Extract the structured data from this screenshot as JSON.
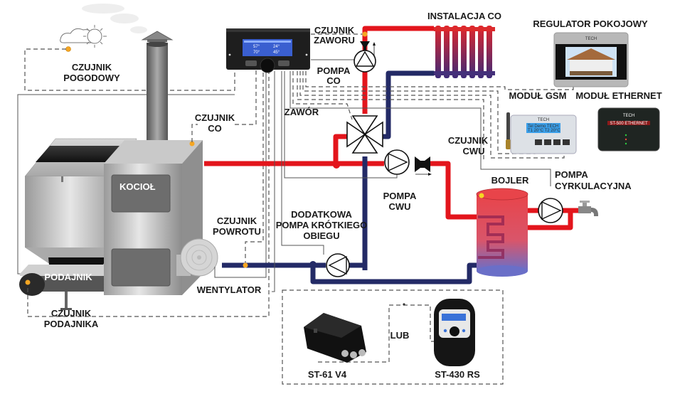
{
  "diagram": {
    "labels": {
      "weather_sensor": [
        "CZUJNIK",
        "POGODOWY"
      ],
      "co_sensor": [
        "CZUJNIK",
        "CO"
      ],
      "valve_sensor": [
        "CZUJNIK",
        "ZAWORU"
      ],
      "co_pump": [
        "POMPA",
        "CO"
      ],
      "valve": "ZAWÓR",
      "co_installation": "INSTALACJA CO",
      "room_regulator": "REGULATOR POKOJOWY",
      "gsm_module": "MODUŁ GSM",
      "ethernet_module": "MODUŁ ETHERNET",
      "dhw_sensor": [
        "CZUJNIK",
        "CWU"
      ],
      "dhw_pump": [
        "POMPA",
        "CWU"
      ],
      "boiler_tank": "BOJLER",
      "circulation_pump": [
        "POMPA",
        "CYRKULACYJNA"
      ],
      "extra_pump": [
        "DODATKOWA",
        "POMPA KRÓTKIEGO",
        "OBIEGU"
      ],
      "return_sensor": [
        "CZUJNIK",
        "POWROTU"
      ],
      "fan": "WENTYLATOR",
      "boiler": "KOCIOŁ",
      "feeder": "PODAJNIK",
      "feeder_sensor": [
        "CZUJNIK",
        "PODAJNIKA"
      ],
      "or": "LUB",
      "st61": "ST-61 V4",
      "st430": "ST-430 RS"
    },
    "device_texts": {
      "brand": "TECH",
      "gsm_screen": [
        "Tel  Demo TECH",
        "T1 20°C  T2  20°C"
      ],
      "ethernet_model": "ST-500 ETHERNET",
      "controller_screen": [
        "57°",
        "24°",
        "70°",
        "45°"
      ]
    },
    "colors": {
      "hot_pipe": "#e3151c",
      "cold_pipe": "#232a66",
      "sensor_dot": "#f5a623"
    }
  }
}
